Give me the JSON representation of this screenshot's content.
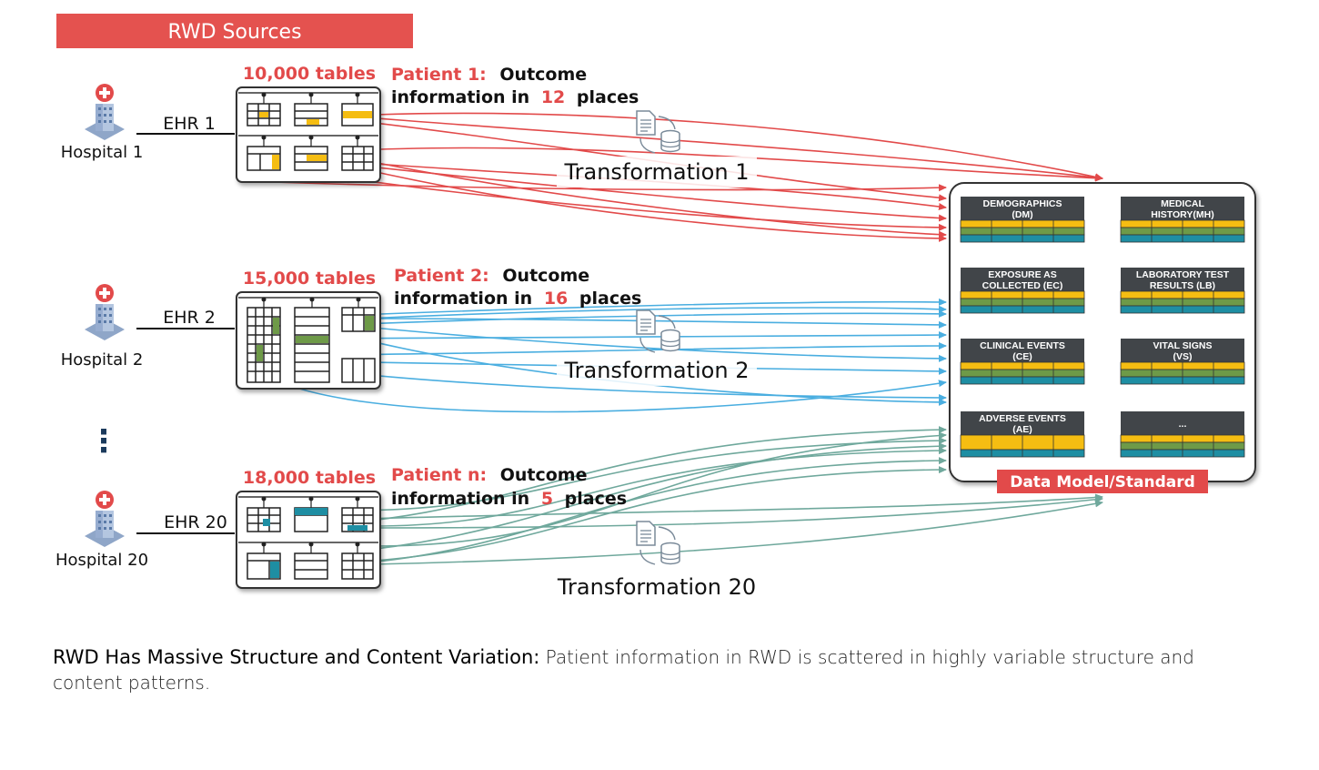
{
  "header": {
    "title": "RWD Sources"
  },
  "sources": [
    {
      "hospital": "Hospital 1",
      "ehr": "EHR 1",
      "tables": "10,000 tables",
      "patient_label": "Patient 1:",
      "outcome_prefix": "Outcome",
      "info_prefix": "information in",
      "places_count": "12",
      "places_suffix": "places",
      "transformation": "Transformation 1",
      "flow_color": "#e24a4a"
    },
    {
      "hospital": "Hospital 2",
      "ehr": "EHR 2",
      "tables": "15,000 tables",
      "patient_label": "Patient 2:",
      "outcome_prefix": "Outcome",
      "info_prefix": "information in",
      "places_count": "16",
      "places_suffix": "places",
      "transformation": "Transformation 2",
      "flow_color": "#4aaee0"
    },
    {
      "hospital": "Hospital 20",
      "ehr": "EHR 20",
      "tables": "18,000 tables",
      "patient_label": "Patient n:",
      "outcome_prefix": "Outcome",
      "info_prefix": "information in",
      "places_count": "5",
      "places_suffix": "places",
      "transformation": "Transformation 20",
      "flow_color": "#6fa89c"
    }
  ],
  "ellipsis": "⋮",
  "data_model": {
    "label": "Data Model/Standard",
    "domains": [
      {
        "line1": "DEMOGRAPHICS",
        "line2": "(DM)"
      },
      {
        "line1": "MEDICAL",
        "line2": "HISTORY(MH)"
      },
      {
        "line1": "EXPOSURE AS",
        "line2": "COLLECTED (EC)"
      },
      {
        "line1": "LABORATORY TEST",
        "line2": "RESULTS (LB)"
      },
      {
        "line1": "CLINICAL EVENTS",
        "line2": "(CE)"
      },
      {
        "line1": "VITAL SIGNS",
        "line2": "(VS)"
      },
      {
        "line1": "ADVERSE EVENTS",
        "line2": "(AE)"
      },
      {
        "line1": "...",
        "line2": ""
      }
    ]
  },
  "caption": {
    "heading": "RWD Has Massive Structure and Content Variation:",
    "body": " Patient information in RWD is scattered in highly variable structure and content patterns."
  },
  "colors": {
    "accent_red": "#e24a4a",
    "table_yellow": "#f5bd12",
    "table_green": "#6e9a48",
    "table_teal": "#1e8ea3",
    "domain_header": "#414549"
  }
}
